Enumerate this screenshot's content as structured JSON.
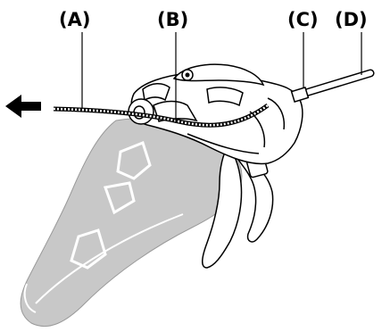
{
  "callouts": {
    "a": "(A)",
    "b": "(B)",
    "c": "(C)",
    "d": "(D)"
  },
  "colors": {
    "lever_fill": "#c8c8c8",
    "body_fill": "#ffffff",
    "outline": "#000000",
    "arrow": "#000000"
  }
}
